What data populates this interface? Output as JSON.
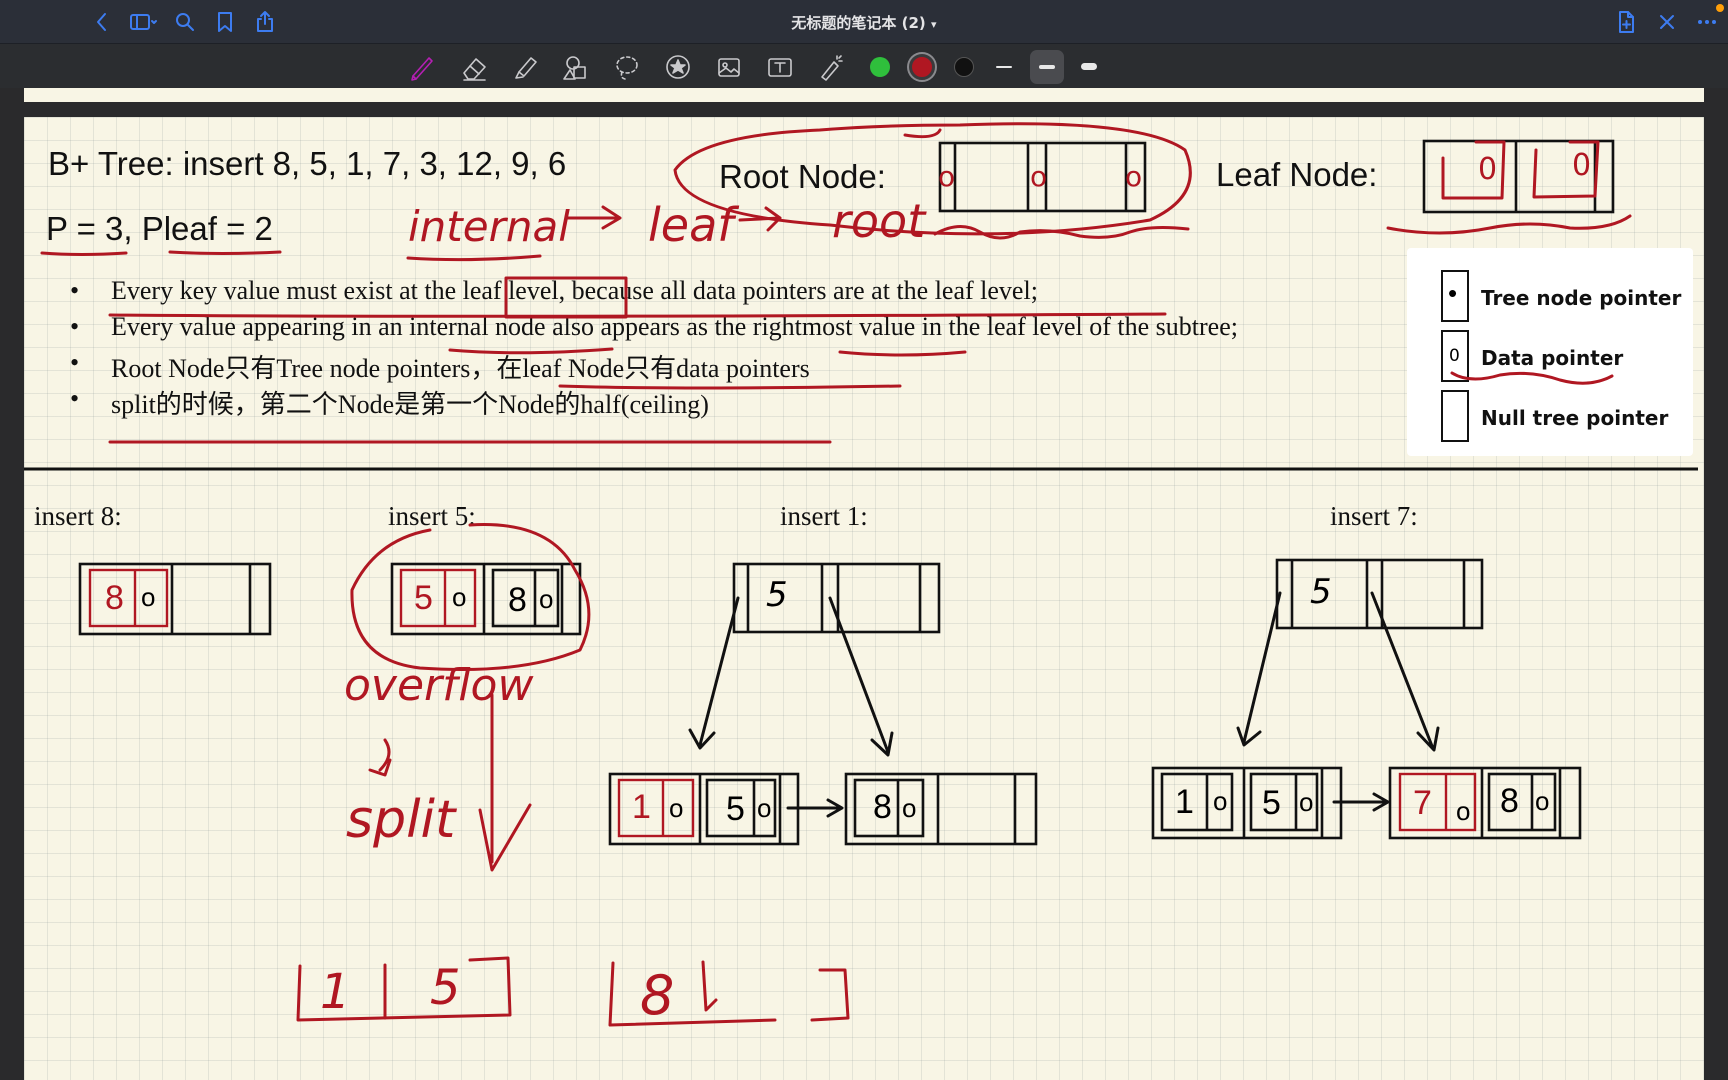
{
  "app": {
    "title": "无标题的笔记本 (2)",
    "title_chevron": "▾"
  },
  "titlebar": {
    "left_icons": [
      "back-icon",
      "sidebar-icon",
      "search-icon",
      "bookmark-icon",
      "share-icon"
    ],
    "right_icons": [
      "add-page-icon",
      "close-icon",
      "more-icon"
    ]
  },
  "toolbar": {
    "tools": [
      "pen-tool-icon",
      "eraser-tool-icon",
      "highlighter-tool-icon",
      "shapes-tool-icon",
      "lasso-tool-icon",
      "sticker-tool-icon",
      "image-tool-icon",
      "textbox-tool-icon",
      "laser-pointer-icon"
    ],
    "colors": {
      "green": "#2fbf3c",
      "red": "#b01722",
      "black": "#111111"
    },
    "selected_color": "red"
  },
  "note": {
    "heading": "B+ Tree: insert 8, 5, 1, 7, 3, 12, 9, 6",
    "params": "P = 3, Pleaf = 2",
    "root_node_label": "Root Node:",
    "leaf_node_label": "Leaf Node:",
    "bullets": [
      "Every key value must exist at the leaf level, because all data pointers are at the leaf level;",
      "Every value appearing in an internal node also appears as the rightmost value in the leaf level of the subtree;",
      "Root Node只有Tree node pointers，在leaf Node只有data pointers",
      "split的时候，第二个Node是第一个Node的half(ceiling)"
    ],
    "bullet_char": "•",
    "legend": [
      {
        "symbol": "•",
        "label": "Tree node pointer"
      },
      {
        "symbol": "0",
        "label": "Data pointer"
      },
      {
        "symbol": "",
        "label": "Null tree pointer"
      }
    ],
    "steps": [
      {
        "label": "insert 8:"
      },
      {
        "label": "insert 5:"
      },
      {
        "label": "insert 1:"
      },
      {
        "label": "insert 7:"
      }
    ],
    "handwriting": {
      "internal": "internal",
      "leaf": "leaf",
      "root": "root",
      "overflow": "overflow",
      "split": "split"
    },
    "cells": {
      "i8": [
        "8",
        "o"
      ],
      "i5": [
        "5",
        "o",
        "8",
        "o"
      ],
      "i1_root": "5",
      "i1_leaves": [
        "1",
        "o",
        "5",
        "o",
        "8",
        "o"
      ],
      "i7_root": "5",
      "i7_leaves": [
        "1",
        "o",
        "5",
        "o",
        "7",
        "o",
        "8",
        "o"
      ],
      "split_left": [
        "1",
        "5"
      ],
      "split_right": [
        "8"
      ],
      "root_pointers": [
        "o",
        "o",
        "o"
      ],
      "leaf_pointers": [
        "0",
        "0"
      ]
    }
  }
}
